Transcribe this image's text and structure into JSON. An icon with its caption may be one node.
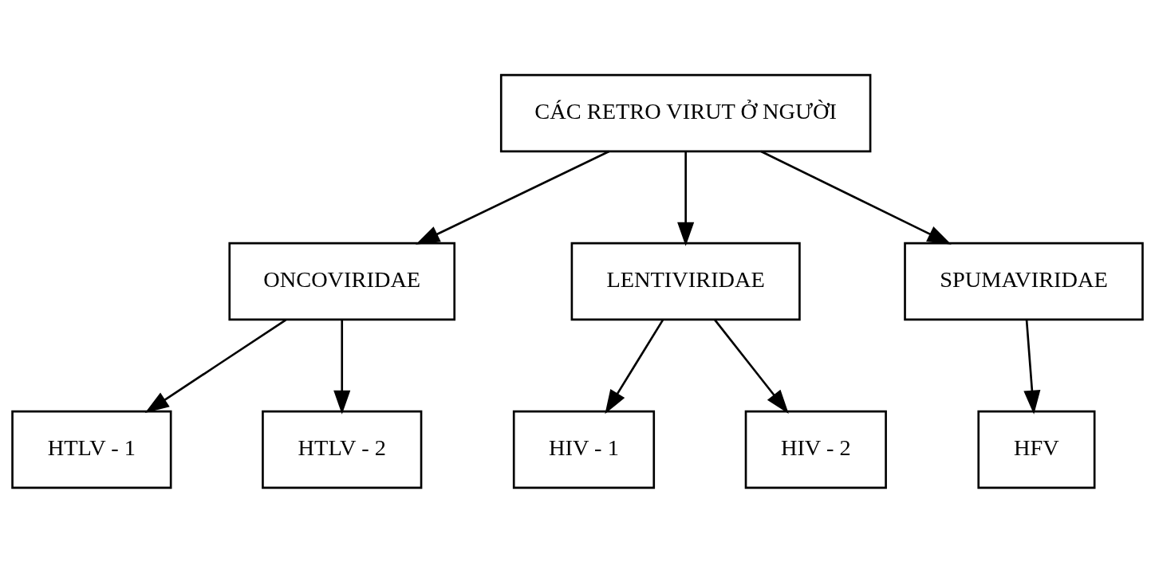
{
  "diagram": {
    "nodes": [
      {
        "text": [
          "CÁC RETRO VIRUT Ở NGƯỜI"
        ]
      },
      {
        "text": [
          "ONCOVIRIDAE"
        ]
      },
      {
        "text": [
          "LENTIVIRIDAE"
        ]
      },
      {
        "text": [
          "SPUMAVIRIDAE"
        ]
      },
      {
        "text": [
          "HTLV - 1"
        ]
      },
      {
        "text": [
          "HTLV - 2"
        ]
      },
      {
        "text": [
          "HIV - 1"
        ]
      },
      {
        "text": [
          "HIV - 2"
        ]
      },
      {
        "text": [
          "HFV"
        ]
      }
    ],
    "edges": [
      {
        "from": 0,
        "to": 1,
        "arrow": "to"
      },
      {
        "from": 0,
        "to": 2,
        "arrow": "to"
      },
      {
        "from": 0,
        "to": 3,
        "arrow": "to"
      },
      {
        "from": 1,
        "to": 4,
        "arrow": "to"
      },
      {
        "from": 1,
        "to": 5,
        "arrow": "to"
      },
      {
        "from": 2,
        "to": 6,
        "arrow": "to"
      },
      {
        "from": 2,
        "to": 7,
        "arrow": "to"
      },
      {
        "from": 3,
        "to": 8,
        "arrow": "to"
      }
    ]
  }
}
